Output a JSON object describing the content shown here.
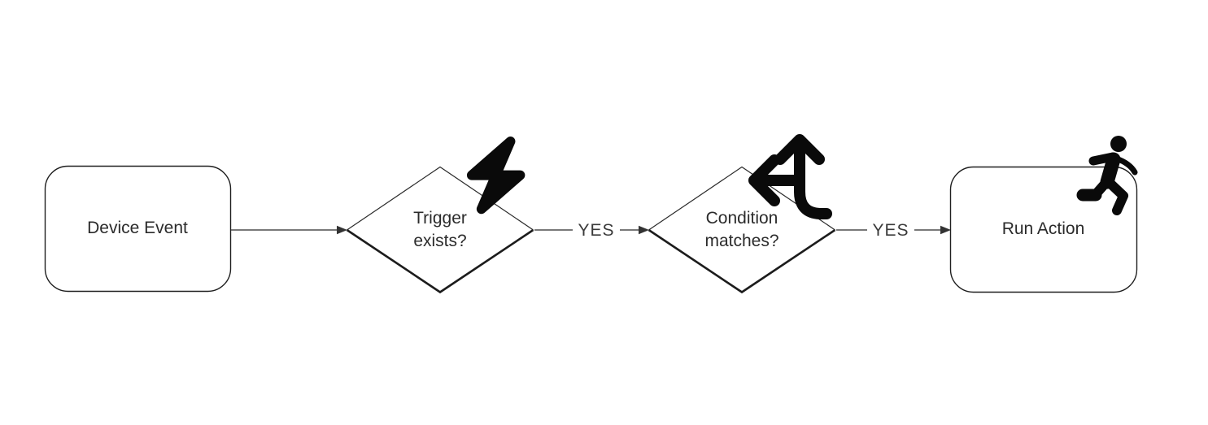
{
  "diagram": {
    "type": "flowchart",
    "background_color": "#ffffff",
    "shape_fill": "#ffffff",
    "shape_stroke": "#1f1f1f",
    "connector_color": "#4d4d4d",
    "text_color": "#2b2b2b",
    "icon_color": "#0a0a0a",
    "nodes": [
      {
        "id": "device-event",
        "shape": "rounded-rectangle",
        "label": "Device Event",
        "icon": null
      },
      {
        "id": "trigger-exists",
        "shape": "diamond",
        "label": "Trigger exists?",
        "label_lines": [
          "Trigger",
          "exists?"
        ],
        "icon": "lightning-bolt-icon"
      },
      {
        "id": "condition-matches",
        "shape": "diamond",
        "label": "Condition matches?",
        "label_lines": [
          "Condition",
          "matches?"
        ],
        "icon": "split-arrows-icon"
      },
      {
        "id": "run-action",
        "shape": "rounded-rectangle",
        "label": "Run Action",
        "icon": "running-person-icon"
      }
    ],
    "edges": [
      {
        "from": "device-event",
        "to": "trigger-exists",
        "label": ""
      },
      {
        "from": "trigger-exists",
        "to": "condition-matches",
        "label": "YES"
      },
      {
        "from": "condition-matches",
        "to": "run-action",
        "label": "YES"
      }
    ]
  }
}
